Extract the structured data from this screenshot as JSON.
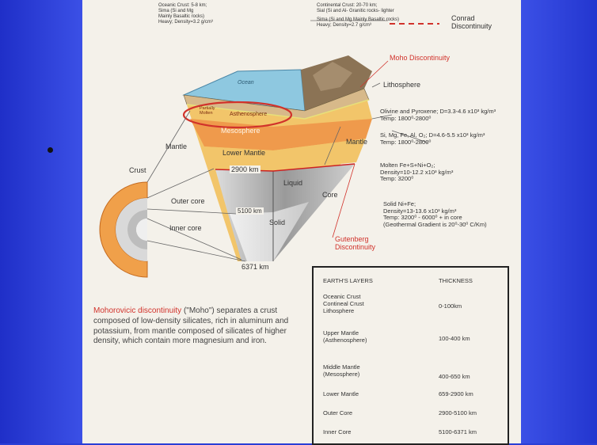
{
  "top_left_note": {
    "line1": "Oceanic Crust: 5-8 km;",
    "line2": "Sima (Si and Mg",
    "line3": "Mainly Basaltic rocks)",
    "line4": "Heavy; Density=3.2 g/cm³"
  },
  "top_right_note": {
    "line1": "Continental Crust: 20-70 km;",
    "line2": "Sial (Si and Al- Granitic rocks- lighter",
    "line3": "Sima (Si and Mg Mainly Basaltic rocks)",
    "line4": "Heavy; Density=2.7 g/cm³"
  },
  "conrad": {
    "line1": "Conrad",
    "line2": "Discontinuity"
  },
  "moho_label": "Moho Discontinuity",
  "lithosphere_label": "Lithosphere",
  "ocean_label": "Ocean",
  "partially_molten": {
    "line1": "Partially",
    "line2": "Molten"
  },
  "asthenosphere_label": "Asthenosphere",
  "mesosphere_label": "Mesosphere",
  "mantle_left": "Mantle",
  "mantle_right": "Mantle",
  "lower_mantle_label": "Lower Mantle",
  "depth_2900": "2900 km",
  "depth_5100": "5100 km",
  "depth_6371": "6371 km",
  "crust_label": "Crust",
  "outer_core_label": "Outer core",
  "inner_core_label": "Inner core",
  "liquid_label": "Liquid",
  "solid_label": "Solid",
  "core_label": "Core",
  "gutenberg": {
    "line1": "Gutenberg",
    "line2": "Discontinuity"
  },
  "info_upper": {
    "line1": "Olivine and Pyroxene; D=3.3-4.6 x10³ kg/m³",
    "line2": "Temp: 1800⁰-2800⁰"
  },
  "info_lower": {
    "line1": "Si, Mg, Fe, Al, O₂; D=4.6-5.5 x10³ kg/m³",
    "line2": "Temp: 1800⁰-2800⁰"
  },
  "info_outer_core": {
    "line1": "Molten Fe+S+Ni+O₂;",
    "line2": "Density=10-12.2 x10³ kg/m³",
    "line3": "Temp: 3200⁰"
  },
  "info_inner_core": {
    "line1": "Solid Ni+Fe;",
    "line2": "Density=13-13.6 x10³ kg/m³",
    "line3": "Temp: 3200⁰ - 6000⁰ + in core",
    "line4": "(Geothermal Gradient is 20⁰-30⁰ C/Km)"
  },
  "paragraph": {
    "highlight": "Mohorovicic discontinuity",
    "rest": " (\"Moho\") separates a crust composed of low-density silicates, rich in aluminum and potassium, from mantle composed of silicates of higher density, which contain more magnesium and iron."
  },
  "table": {
    "header_layers": "EARTH'S LAYERS",
    "header_thickness": "THICKNESS",
    "rows": [
      {
        "layer_a": "Oceanic Crust",
        "layer_b": "Contineal Crust",
        "layer_c": "Lithosphere",
        "thickness": "0-100km"
      },
      {
        "layer_a": "Upper Mantle",
        "layer_b": "(Asthenosphere)",
        "layer_c": "",
        "thickness": "100-400 km"
      },
      {
        "layer_a": "Middle Mantle",
        "layer_b": "(Mesosphere)",
        "layer_c": "",
        "thickness": "400-650 km"
      },
      {
        "layer_a": "Lower Mantle",
        "layer_b": "",
        "layer_c": "",
        "thickness": "659-2900 km"
      },
      {
        "layer_a": "Outer Core",
        "layer_b": "",
        "layer_c": "",
        "thickness": "2900-5100 km"
      },
      {
        "layer_a": "Inner Core",
        "layer_b": "",
        "layer_c": "",
        "thickness": "5100-6371 km"
      }
    ]
  },
  "colors": {
    "slide_bg": "#f4f1ea",
    "accent_red": "#d1322b",
    "ocean": "#8ec8e0",
    "lower_mantle": "#f2c56a",
    "mesosphere": "#ef9a4c",
    "outer_core": "#b8b8b8"
  }
}
